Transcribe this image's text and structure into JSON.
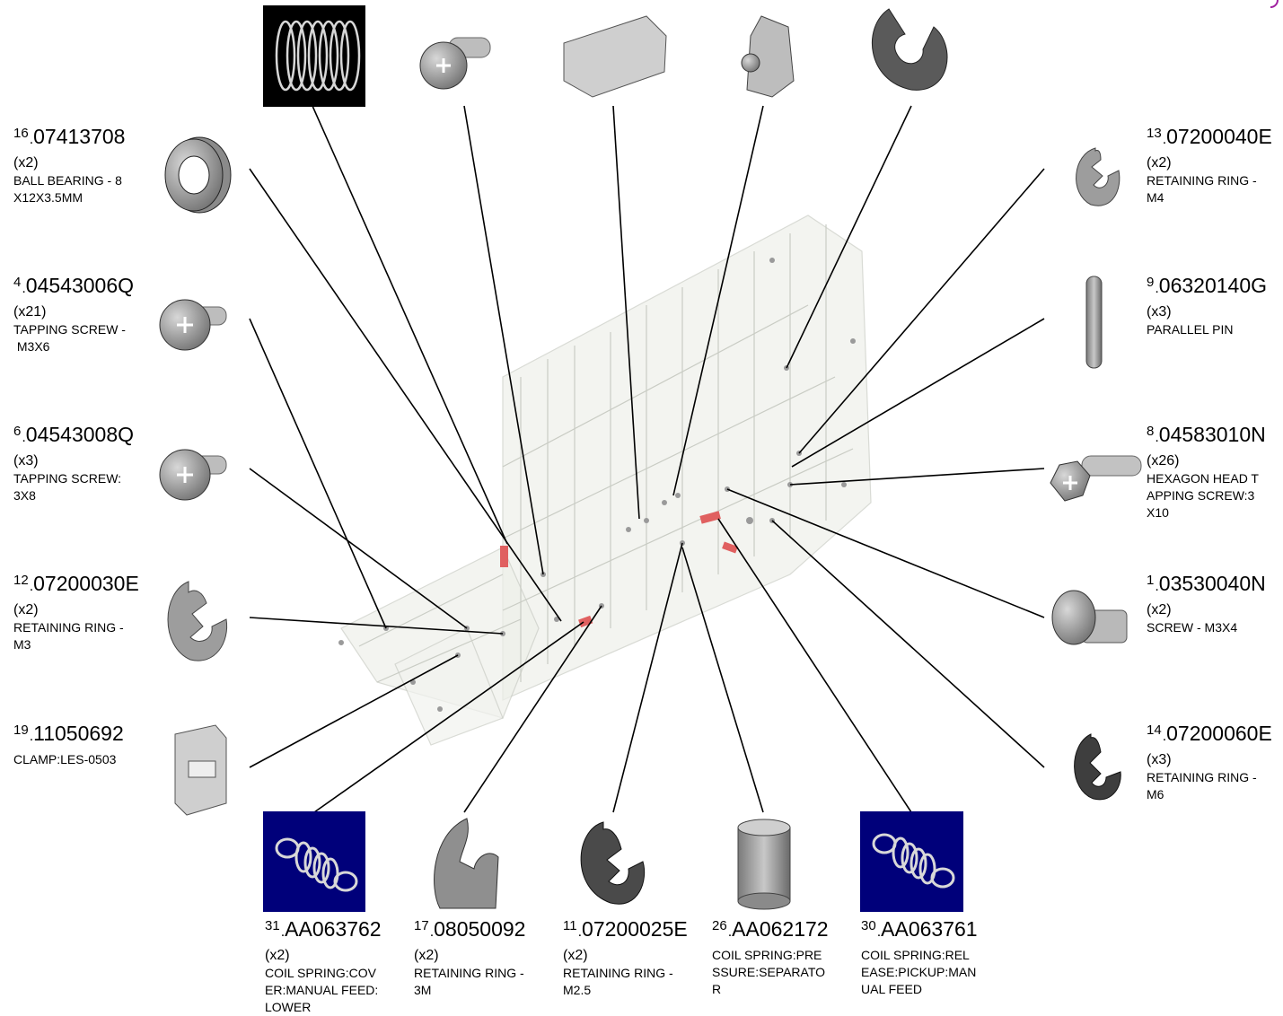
{
  "parts": [
    {
      "id": "p16",
      "num": "16",
      "code": "07413708",
      "qty": "(x2)",
      "desc_lines": [
        "BALL BEARING - 8",
        "X12X3.5MM"
      ],
      "icon": "ball-bearing-icon"
    },
    {
      "id": "p4",
      "num": "4",
      "code": "04543006Q",
      "qty": "(x21)",
      "desc_lines": [
        "TAPPING SCREW -",
        " M3X6"
      ],
      "icon": "screw-icon"
    },
    {
      "id": "p6",
      "num": "6",
      "code": "04543008Q",
      "qty": "(x3)",
      "desc_lines": [
        "TAPPING SCREW:",
        "3X8"
      ],
      "icon": "screw-icon"
    },
    {
      "id": "p12",
      "num": "12",
      "code": "07200030E",
      "qty": "(x2)",
      "desc_lines": [
        "RETAINING RING -",
        "M3"
      ],
      "icon": "retaining-ring-icon"
    },
    {
      "id": "p19",
      "num": "19",
      "code": "11050692",
      "qty": "",
      "desc_lines": [
        "CLAMP:LES-0503"
      ],
      "icon": "clamp-icon"
    },
    {
      "id": "p13",
      "num": "13",
      "code": "07200040E",
      "qty": "(x2)",
      "desc_lines": [
        "RETAINING RING -",
        "M4"
      ],
      "icon": "retaining-ring-icon"
    },
    {
      "id": "p9",
      "num": "9",
      "code": "06320140G",
      "qty": "(x3)",
      "desc_lines": [
        "PARALLEL PIN"
      ],
      "icon": "parallel-pin-icon"
    },
    {
      "id": "p8",
      "num": "8",
      "code": "04583010N",
      "qty": "(x26)",
      "desc_lines": [
        "HEXAGON HEAD T",
        "APPING SCREW:3",
        "X10"
      ],
      "icon": "hex-screw-icon"
    },
    {
      "id": "p1",
      "num": "1",
      "code": "03530040N",
      "qty": "(x2)",
      "desc_lines": [
        "SCREW - M3X4"
      ],
      "icon": "screw-icon"
    },
    {
      "id": "p14",
      "num": "14",
      "code": "07200060E",
      "qty": "(x3)",
      "desc_lines": [
        "RETAINING RING -",
        "M6"
      ],
      "icon": "retaining-ring-icon"
    },
    {
      "id": "p31",
      "num": "31",
      "code": "AA063762",
      "qty": "(x2)",
      "desc_lines": [
        "COIL SPRING:COV",
        "ER:MANUAL FEED:",
        "LOWER"
      ],
      "icon": "coil-spring-icon"
    },
    {
      "id": "p17",
      "num": "17",
      "code": "08050092",
      "qty": "(x2)",
      "desc_lines": [
        "RETAINING RING -",
        "3M"
      ],
      "icon": "retaining-ring-icon"
    },
    {
      "id": "p11",
      "num": "11",
      "code": "07200025E",
      "qty": "(x2)",
      "desc_lines": [
        "RETAINING RING -",
        "M2.5"
      ],
      "icon": "retaining-ring-icon"
    },
    {
      "id": "p26",
      "num": "26",
      "code": "AA062172",
      "qty": "",
      "desc_lines": [
        "COIL SPRING:PRE",
        "SSURE:SEPARATO",
        "R"
      ],
      "icon": "coil-spring-icon"
    },
    {
      "id": "p30",
      "num": "30",
      "code": "AA063761",
      "qty": "",
      "desc_lines": [
        "COIL SPRING:REL",
        "EASE:PICKUP:MAN",
        "UAL FEED"
      ],
      "icon": "coil-spring-icon"
    }
  ],
  "unlabeled_top_parts": [
    {
      "icon": "compression-spring-icon"
    },
    {
      "icon": "screw-icon"
    },
    {
      "icon": "clamp-icon"
    },
    {
      "icon": "bracket-clip-icon"
    },
    {
      "icon": "retaining-ring-icon"
    }
  ],
  "colors": {
    "leader": "#000000",
    "highlight": "#e06060",
    "assembly": "#c9ccc4",
    "spring_bg": "#00007a",
    "part_gray": "#9a9a9a"
  }
}
